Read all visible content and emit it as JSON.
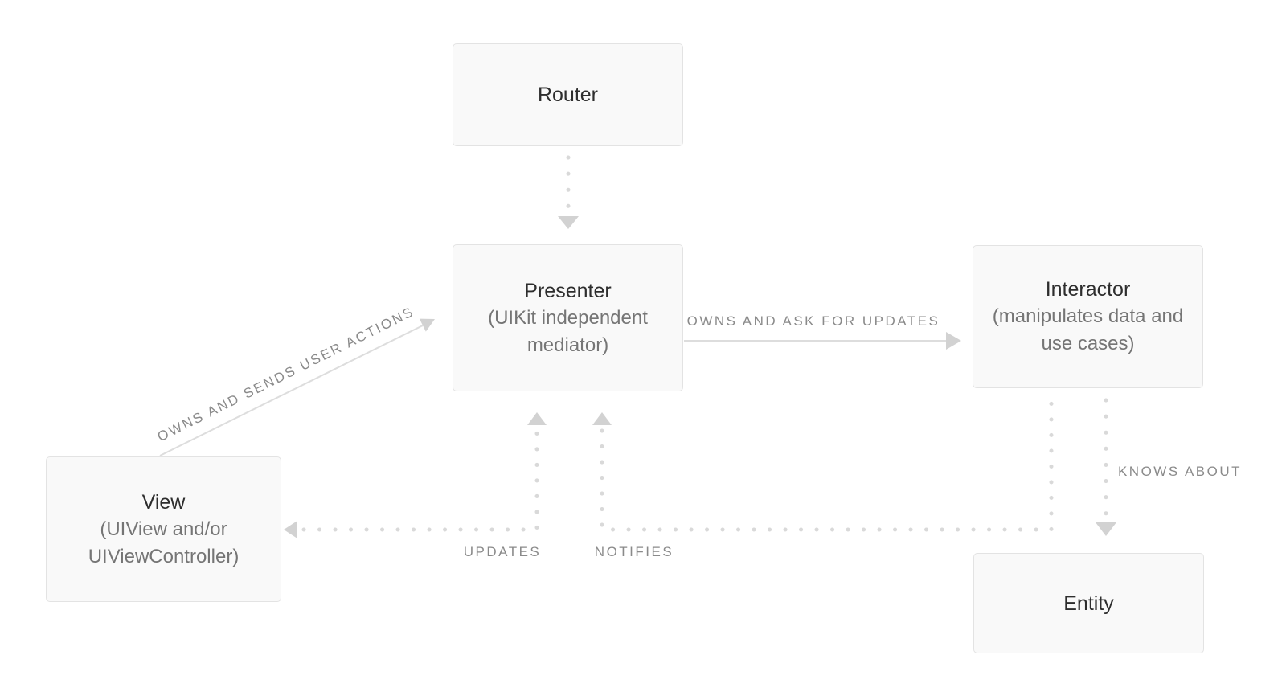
{
  "diagram": {
    "nodes": [
      {
        "id": "router",
        "title": "Router",
        "subtitle": ""
      },
      {
        "id": "presenter",
        "title": "Presenter",
        "subtitle": "(UIKit independent mediator)"
      },
      {
        "id": "interactor",
        "title": "Interactor",
        "subtitle": "(manipulates data and use cases)"
      },
      {
        "id": "view",
        "title": "View",
        "subtitle": "(UIView and/or UIViewController)"
      },
      {
        "id": "entity",
        "title": "Entity",
        "subtitle": ""
      }
    ],
    "edges": [
      {
        "id": "router-to-presenter",
        "from": "Router",
        "to": "Presenter",
        "style": "dotted",
        "label": ""
      },
      {
        "id": "view-to-presenter",
        "from": "View",
        "to": "Presenter",
        "style": "solid",
        "label": "OWNS AND SENDS USER ACTIONS"
      },
      {
        "id": "presenter-to-interactor",
        "from": "Presenter",
        "to": "Interactor",
        "style": "solid",
        "label": "OWNS AND ASK FOR UPDATES"
      },
      {
        "id": "presenter-to-view",
        "from": "Presenter",
        "to": "View",
        "style": "dotted",
        "label": "UPDATES"
      },
      {
        "id": "interactor-to-presenter",
        "from": "Interactor",
        "to": "Presenter",
        "style": "dotted",
        "label": "NOTIFIES"
      },
      {
        "id": "interactor-to-entity",
        "from": "Interactor",
        "to": "Entity",
        "style": "dotted",
        "label": "KNOWS ABOUT"
      }
    ]
  },
  "colors": {
    "background": "#ffffff",
    "box_fill": "#f9f9f9",
    "box_border": "#e3e3e3",
    "title_text": "#2e2e2e",
    "subtitle_text": "#757575",
    "label_text": "#8a8a8a",
    "connector": "#d9d9d9",
    "connector_solid": "#dddddd",
    "arrowhead": "#d2d2d2"
  }
}
